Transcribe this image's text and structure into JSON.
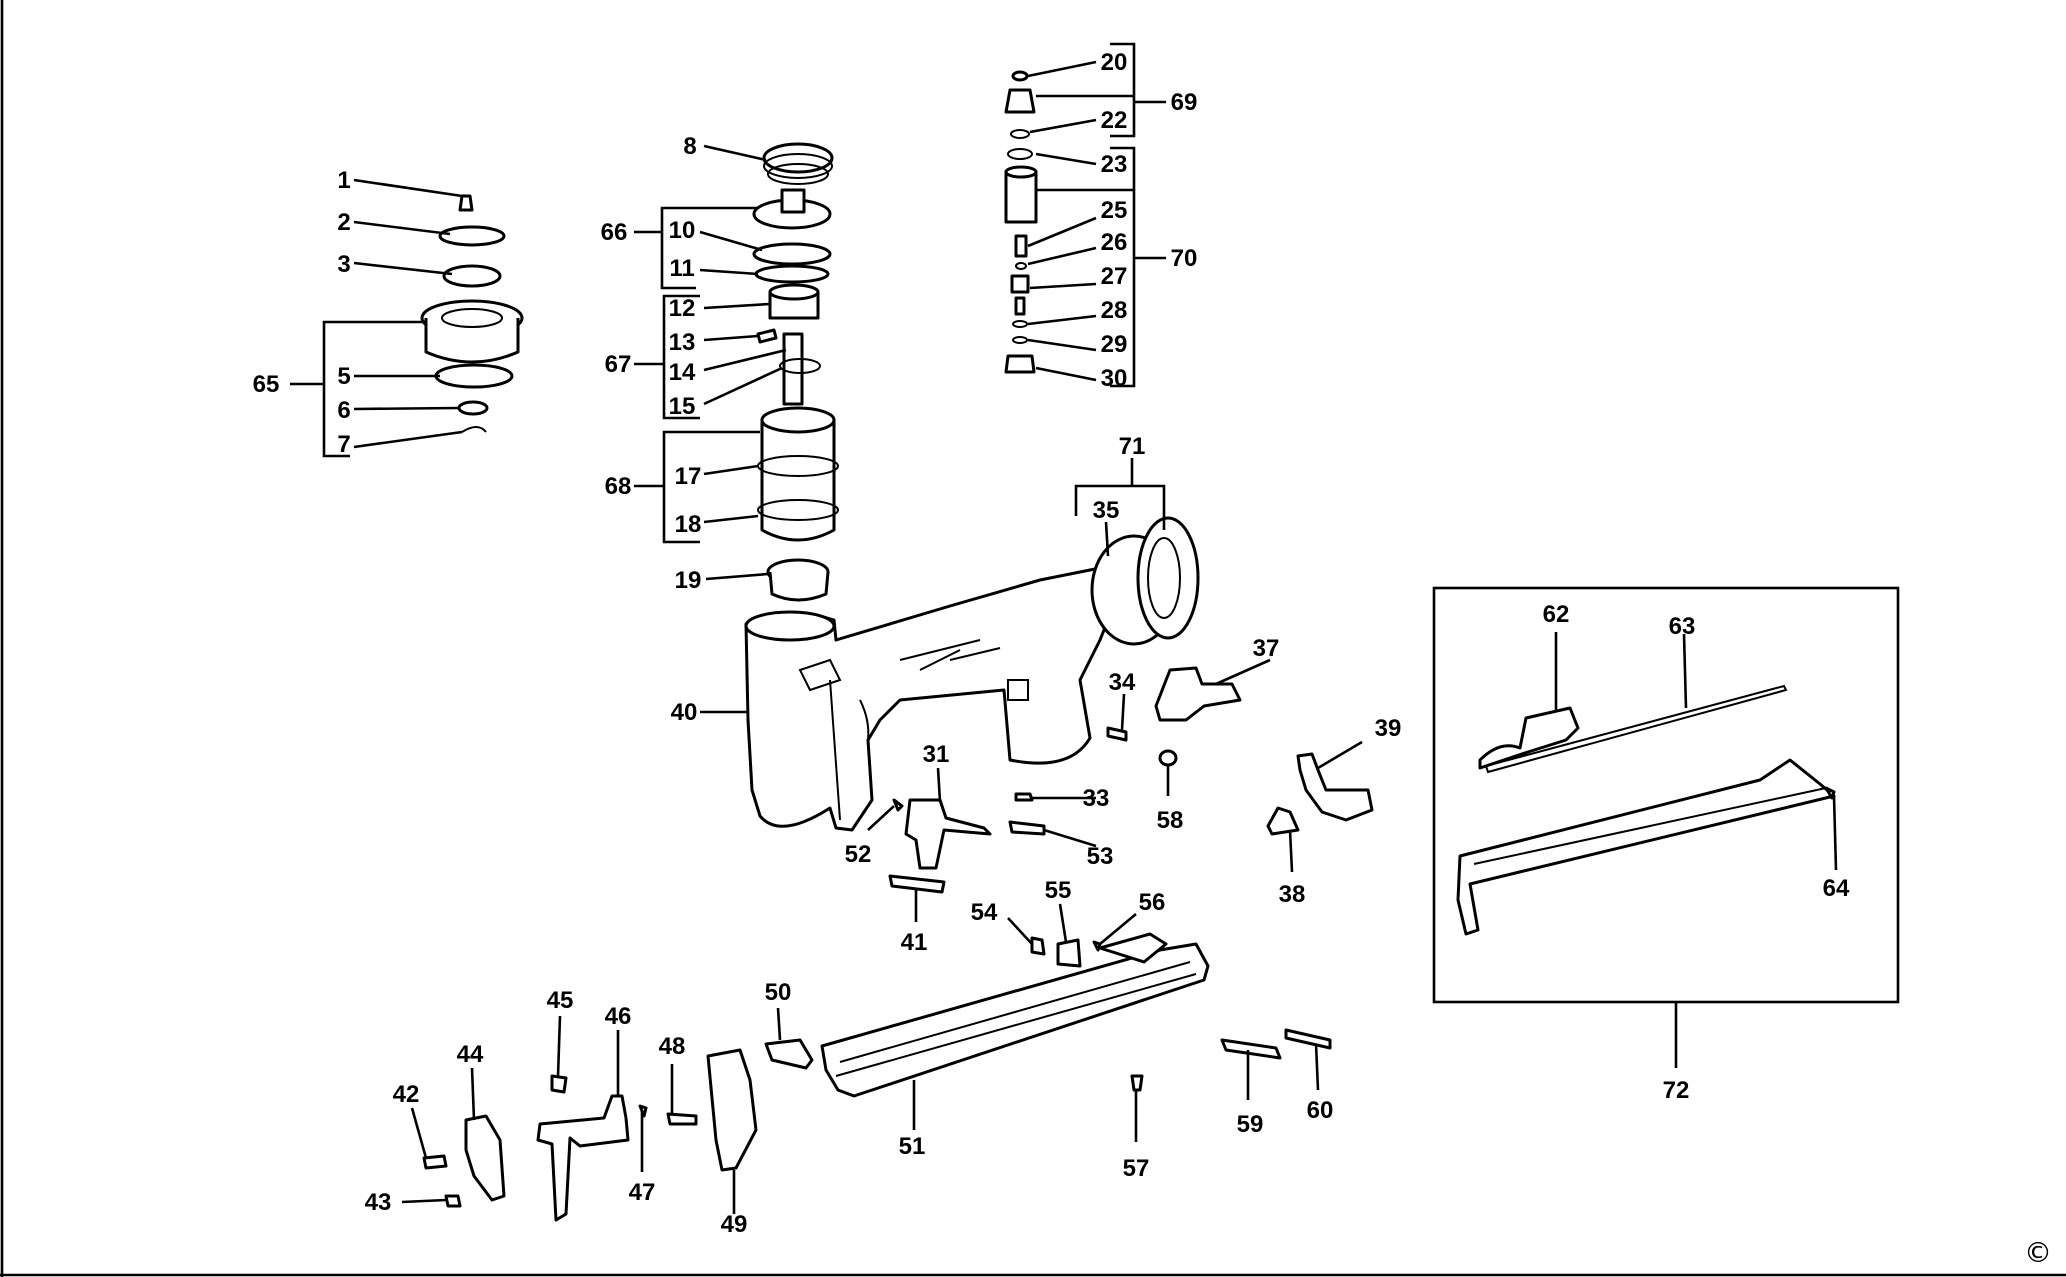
{
  "labels": [
    "1",
    "2",
    "3",
    "5",
    "6",
    "7",
    "8",
    "10",
    "11",
    "12",
    "13",
    "14",
    "15",
    "17",
    "18",
    "19",
    "20",
    "22",
    "23",
    "25",
    "26",
    "27",
    "28",
    "29",
    "30",
    "31",
    "33",
    "34",
    "35",
    "37",
    "38",
    "39",
    "40",
    "41",
    "42",
    "43",
    "44",
    "45",
    "46",
    "47",
    "48",
    "49",
    "50",
    "51",
    "52",
    "53",
    "54",
    "55",
    "56",
    "57",
    "58",
    "59",
    "60",
    "62",
    "63",
    "64",
    "65",
    "66",
    "67",
    "68",
    "69",
    "70",
    "71",
    "72"
  ],
  "copyright": "©"
}
